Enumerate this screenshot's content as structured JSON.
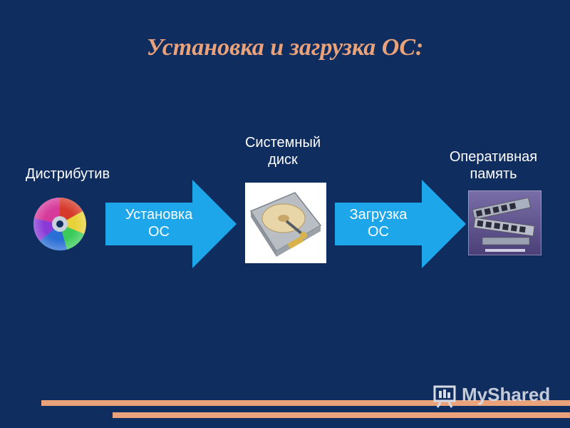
{
  "title": "Установка и загрузка ОС:",
  "nodes": {
    "distributive": "Дистрибутив",
    "system_disk_line1": "Системный",
    "system_disk_line2": "диск",
    "ram_line1": "Оперативная",
    "ram_line2": "память"
  },
  "arrows": {
    "install_line1": "Установка",
    "install_line2": "ОС",
    "boot_line1": "Загрузка",
    "boot_line2": "ОС"
  },
  "watermark": "MyShared",
  "colors": {
    "background": "#0f2d5f",
    "title": "#e9a27a",
    "arrow": "#1ea6ea",
    "accent_bars": "#e9a27a"
  },
  "icons": [
    "cd-disc-icon",
    "hard-drive-icon",
    "ram-modules-icon",
    "myshared-logo-icon"
  ]
}
